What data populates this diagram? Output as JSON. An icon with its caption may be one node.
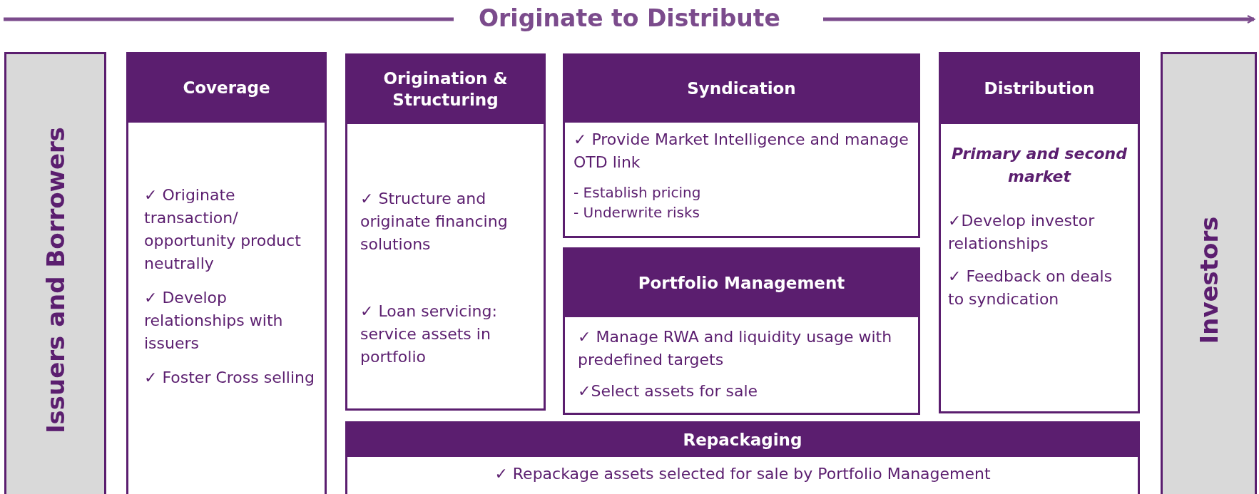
{
  "diagram": {
    "title": "Originate to Distribute",
    "nodes": [
      {
        "text": [
          "Issuers and Borrowers"
        ]
      },
      {
        "text": [
          "Coverage",
          "✓ Originate transaction/ opportunity product neutrally",
          "✓ Develop relationships with issuers",
          "✓ Foster Cross selling"
        ]
      },
      {
        "text": [
          "Origination & Structuring",
          "✓ Structure and originate  financing solutions",
          "✓ Loan servicing: service assets in portfolio"
        ]
      },
      {
        "text": [
          "Syndication",
          "✓ Provide Market Intelligence and manage OTD link",
          "- Establish pricing",
          "- Underwrite risks"
        ]
      },
      {
        "text": [
          "Portfolio Management",
          "✓ Manage RWA and liquidity usage with predefined targets",
          "✓Select assets for sale"
        ]
      },
      {
        "text": [
          "Distribution",
          "Primary and second market",
          "✓Develop investor relationships",
          "✓ Feedback on deals to syndication"
        ]
      },
      {
        "text": [
          "Repackaging",
          "✓ Repackage assets selected for sale by Portfolio Management"
        ]
      },
      {
        "text": [
          "Investors"
        ]
      }
    ]
  }
}
